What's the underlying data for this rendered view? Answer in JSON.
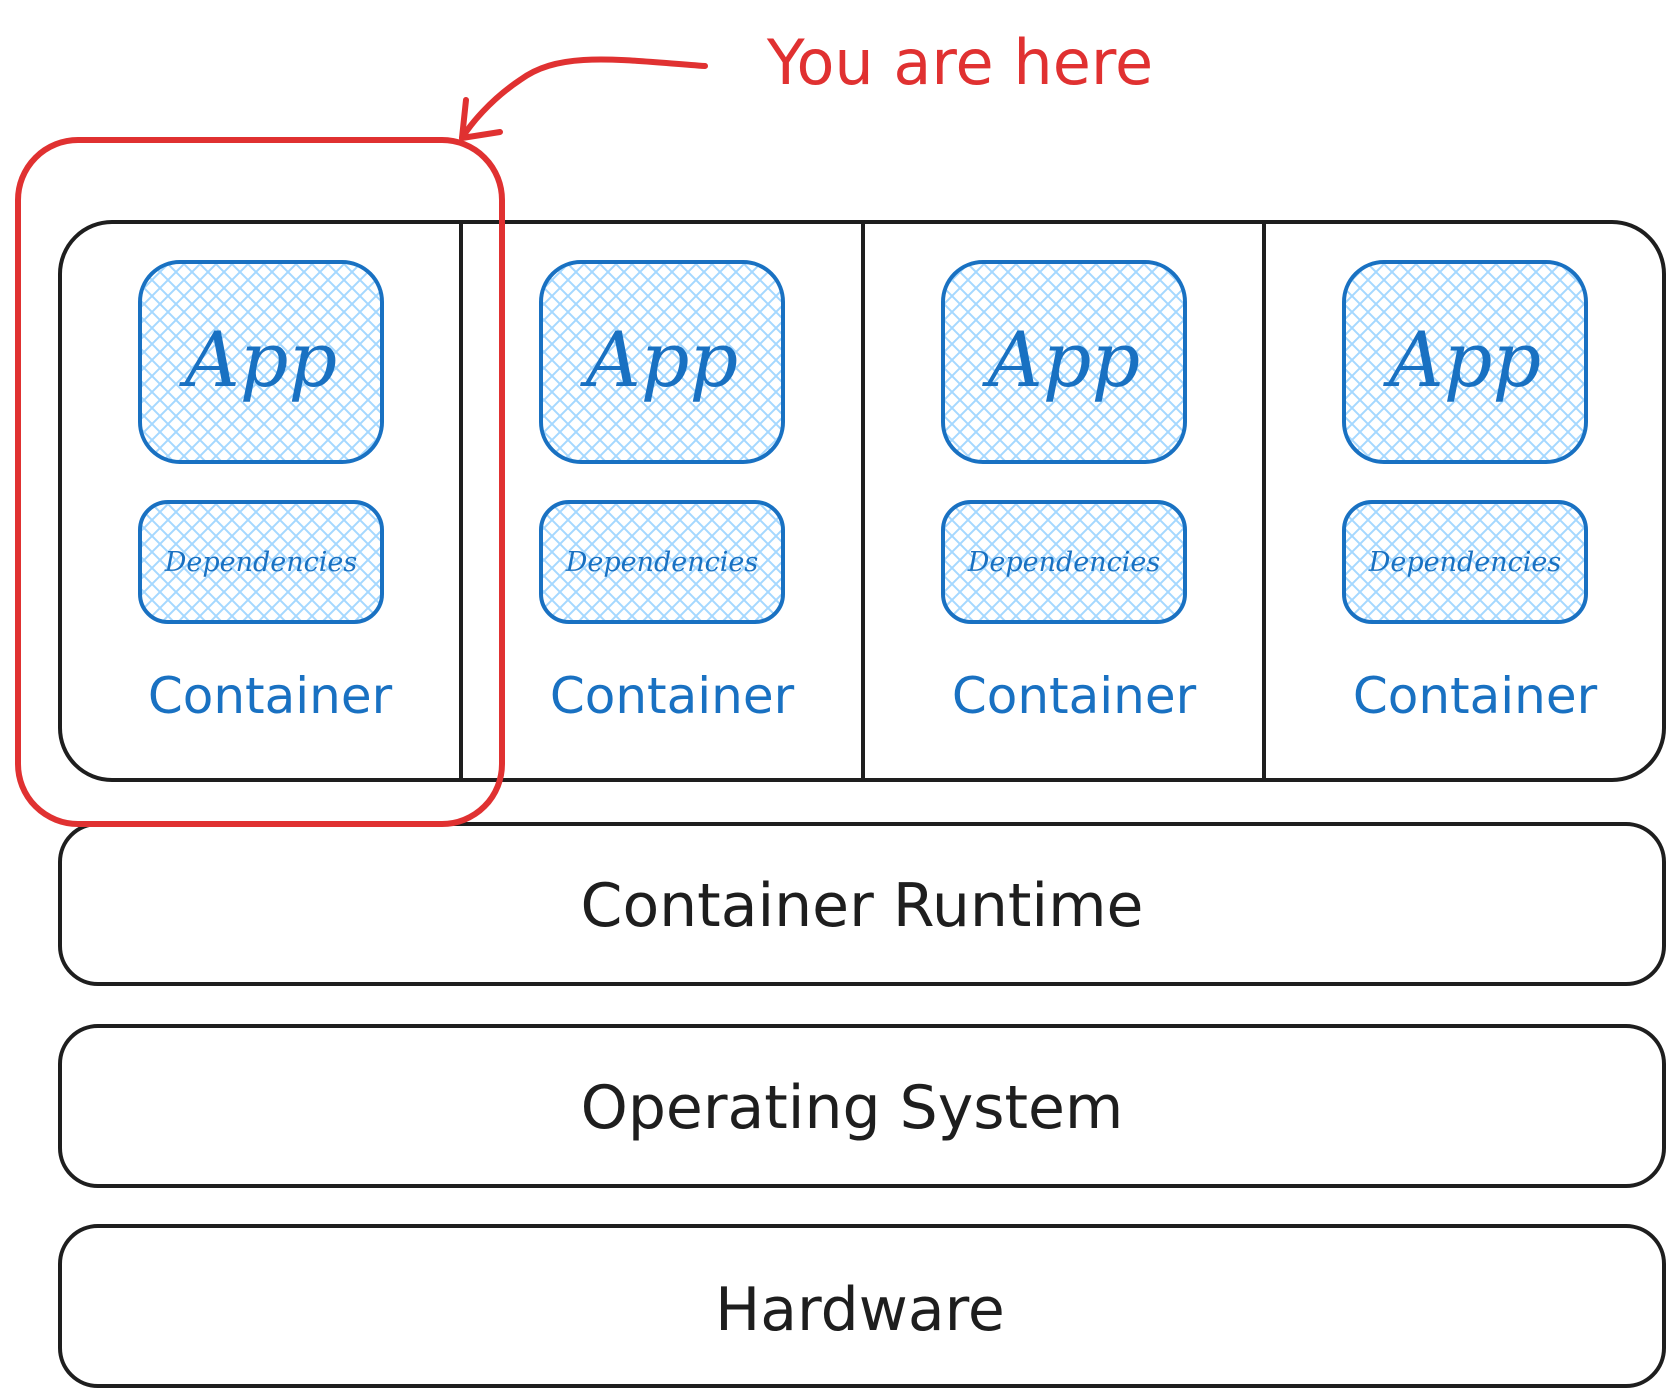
{
  "annotation": {
    "text": "You are here",
    "color": "#e03131"
  },
  "containers": [
    {
      "app_label": "App",
      "dependencies_label": "Dependencies",
      "container_label": "Container"
    },
    {
      "app_label": "App",
      "dependencies_label": "Dependencies",
      "container_label": "Container"
    },
    {
      "app_label": "App",
      "dependencies_label": "Dependencies",
      "container_label": "Container"
    },
    {
      "app_label": "App",
      "dependencies_label": "Dependencies",
      "container_label": "Container"
    }
  ],
  "layers": {
    "runtime": "Container Runtime",
    "os": "Operating System",
    "hardware": "Hardware"
  },
  "colors": {
    "accent_blue": "#1971c2",
    "fill_blue": "#a5d8ff",
    "stroke_dark": "#1e1e1e",
    "highlight_red": "#e03131"
  }
}
